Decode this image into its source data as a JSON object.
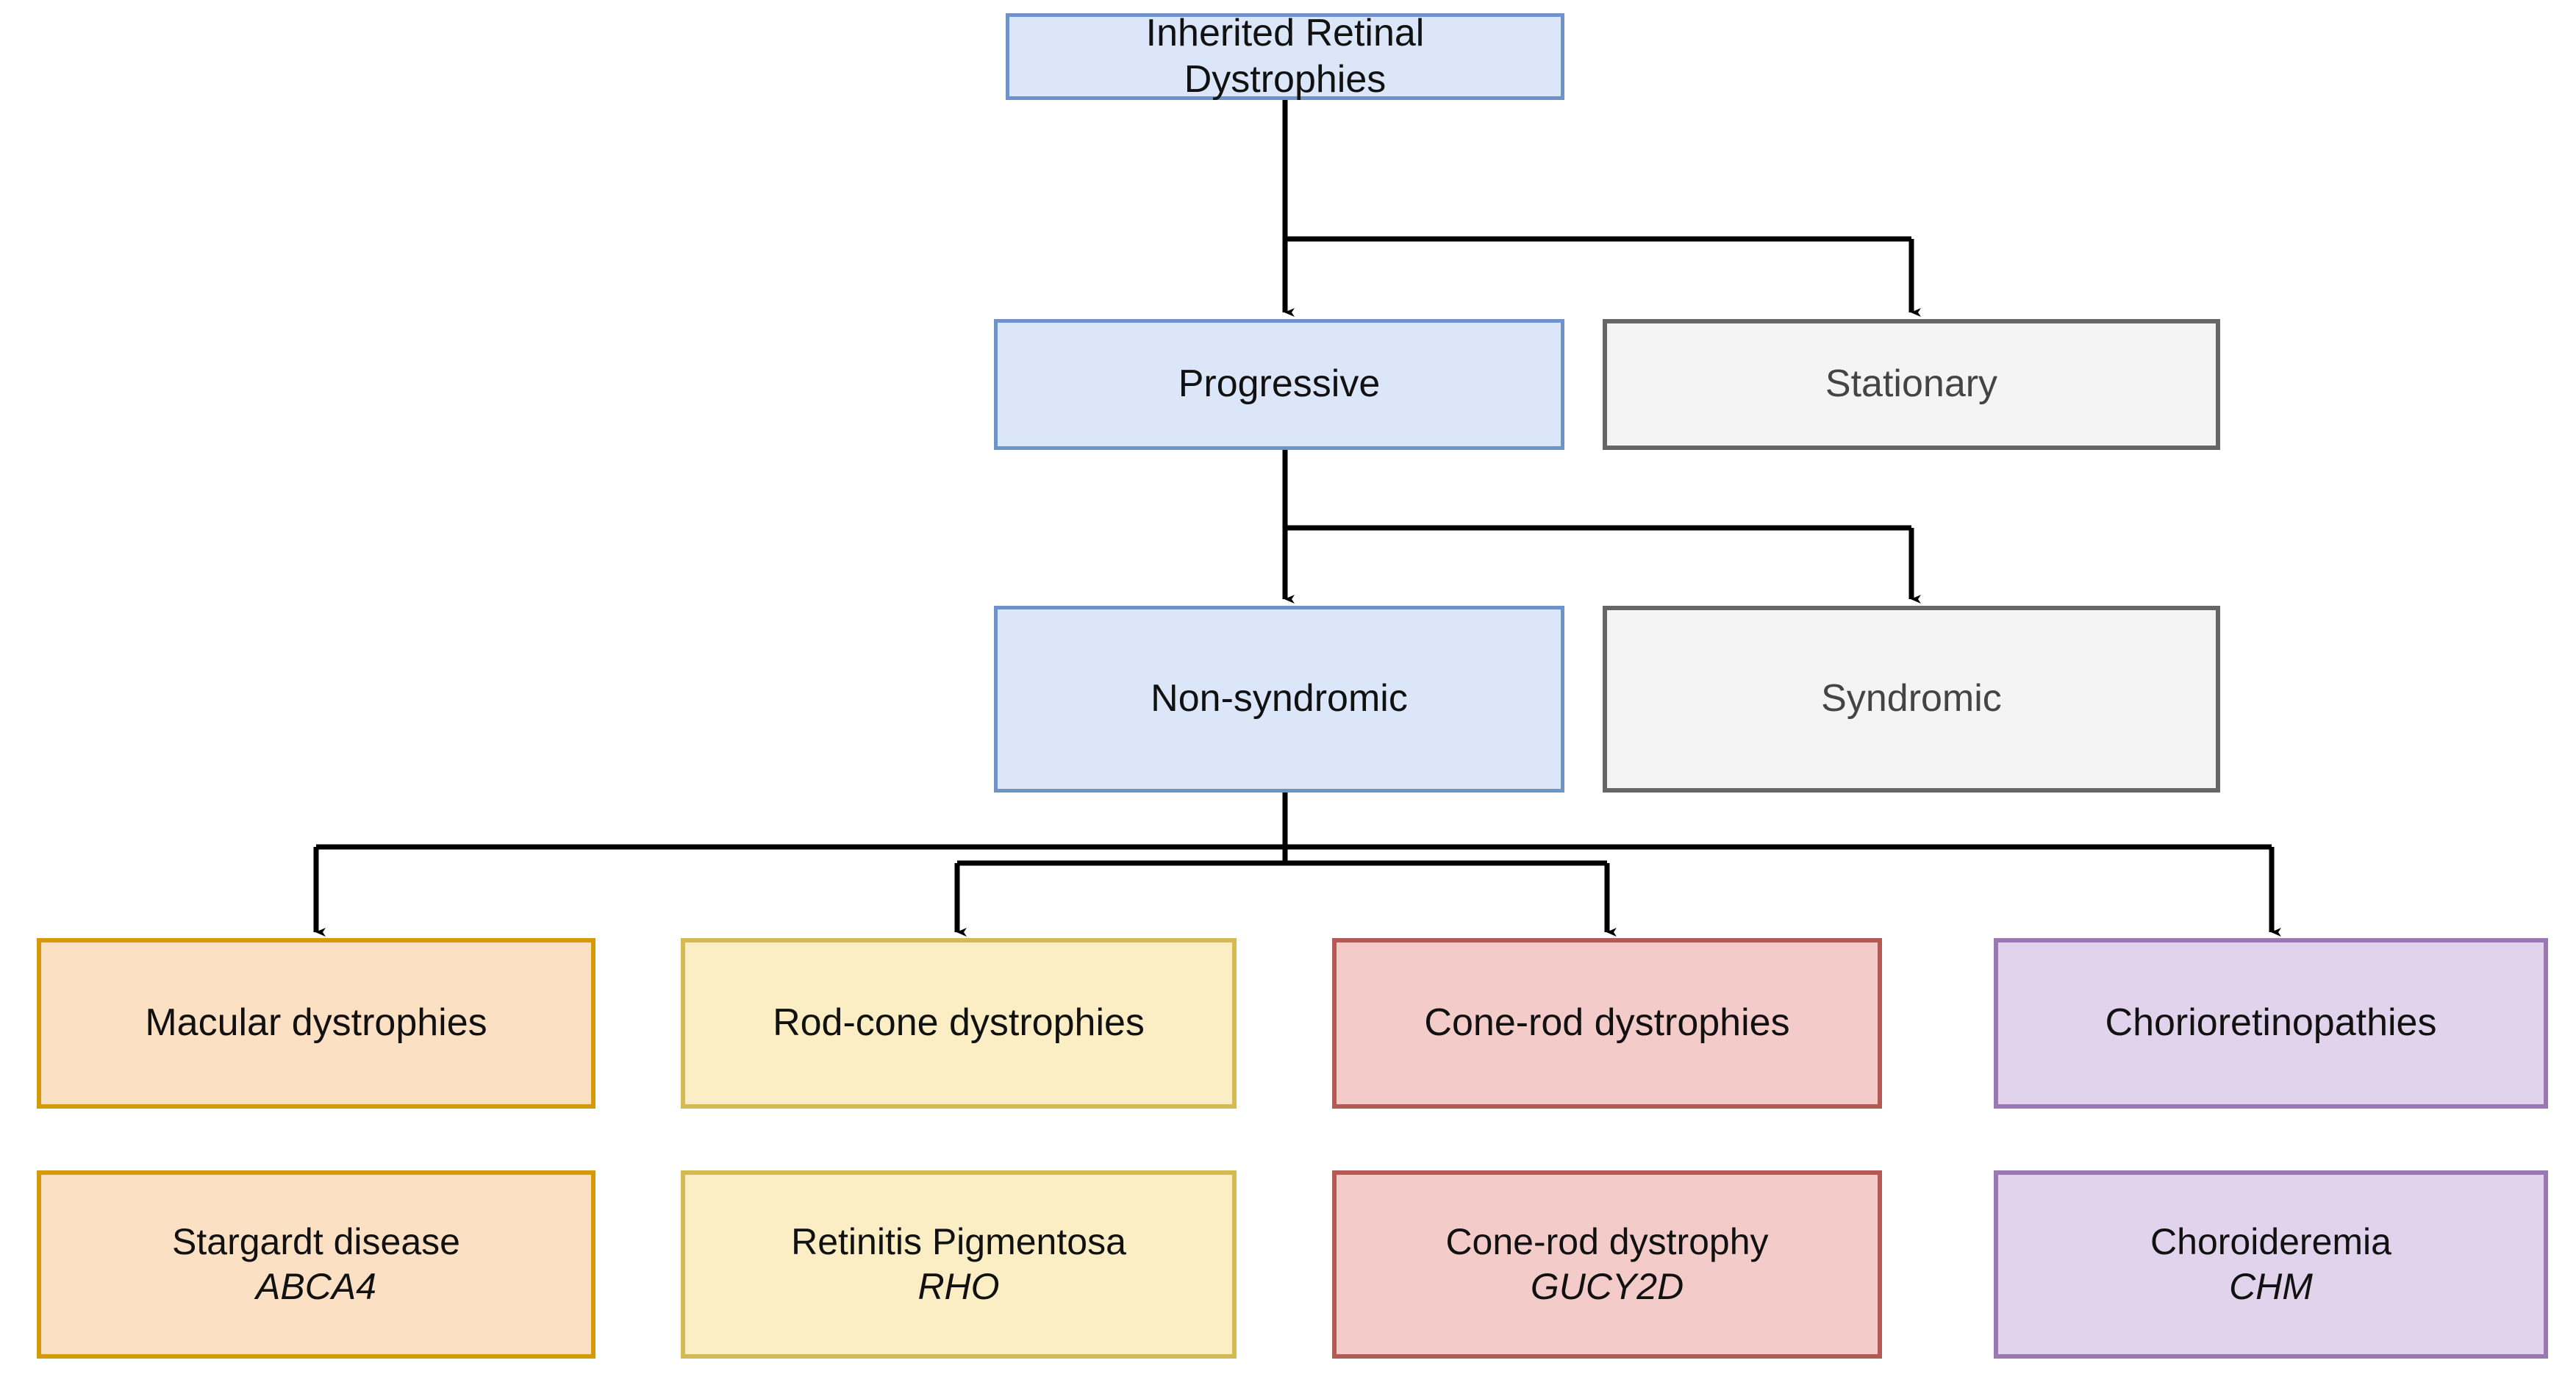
{
  "diagram": {
    "title": "Inherited Retinal Dystrophies classification flowchart",
    "type": "flowchart",
    "orientation": "top-down"
  },
  "colors": {
    "blue_fill": "#dbe7f8",
    "blue_border": "#6d93c8",
    "grey_fill": "#f4f4f4",
    "grey_border": "#666666",
    "grey_text": "#444444",
    "orange_fill": "#fce0c4",
    "orange_border": "#d49a07",
    "yellow_fill": "#fbeec4",
    "yellow_border": "#d3ba53",
    "red_fill": "#f3ccca",
    "red_border": "#b45a55",
    "purple_fill": "#e1d3ec",
    "purple_border": "#9a78b4",
    "edge": "#000000",
    "background": "#ffffff"
  },
  "nodes": {
    "root": {
      "label": "Inherited Retinal\nDystrophies"
    },
    "level1": [
      {
        "label": "Progressive",
        "style": "blue"
      },
      {
        "label": "Stationary",
        "style": "grey"
      }
    ],
    "level2": [
      {
        "label": "Non-syndromic",
        "style": "blue"
      },
      {
        "label": "Syndromic",
        "style": "grey"
      }
    ],
    "categories": [
      {
        "label": "Macular dystrophies",
        "style": "orange"
      },
      {
        "label": "Rod-cone dystrophies",
        "style": "yellow"
      },
      {
        "label": "Cone-rod dystrophies",
        "style": "red"
      },
      {
        "label": "Chorioretinopathies",
        "style": "purple"
      }
    ],
    "examples": [
      {
        "disease": "Stargardt disease",
        "gene": "ABCA4",
        "style": "orange"
      },
      {
        "disease": "Retinitis Pigmentosa",
        "gene": "RHO",
        "style": "yellow"
      },
      {
        "disease": "Cone-rod dystrophy",
        "gene": "GUCY2D",
        "style": "red"
      },
      {
        "disease": "Choroideremia",
        "gene": "CHM",
        "style": "purple"
      }
    ]
  },
  "edges": [
    {
      "from": "Inherited Retinal Dystrophies",
      "to": "Progressive"
    },
    {
      "from": "Inherited Retinal Dystrophies",
      "to": "Stationary"
    },
    {
      "from": "Progressive",
      "to": "Non-syndromic"
    },
    {
      "from": "Progressive",
      "to": "Syndromic"
    },
    {
      "from": "Non-syndromic",
      "to": "Macular dystrophies"
    },
    {
      "from": "Non-syndromic",
      "to": "Rod-cone dystrophies"
    },
    {
      "from": "Non-syndromic",
      "to": "Cone-rod dystrophies"
    },
    {
      "from": "Non-syndromic",
      "to": "Chorioretinopathies"
    }
  ]
}
